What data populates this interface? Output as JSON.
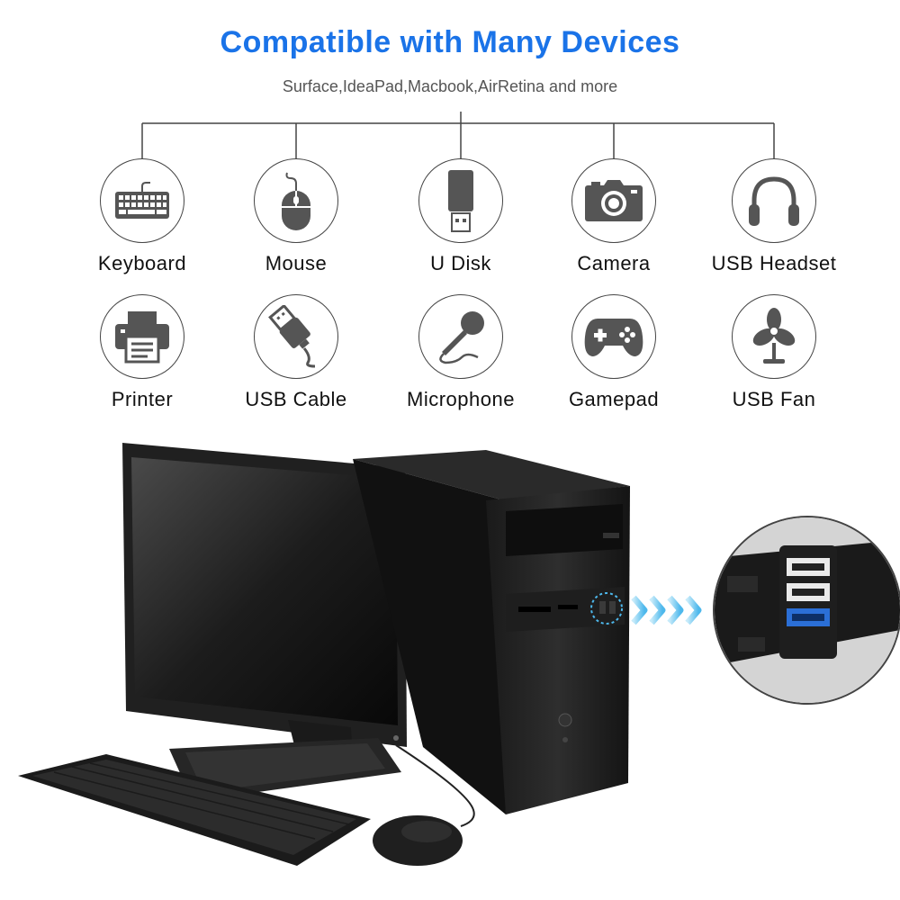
{
  "header": {
    "title": "Compatible with Many Devices",
    "subtitle": "Surface,IdeaPad,Macbook,AirRetina and more"
  },
  "colors": {
    "accent": "#1a73e8",
    "icon": "#555555",
    "arrows": "#5ec3ef"
  },
  "devices": [
    {
      "label": "Keyboard",
      "icon": "keyboard-icon"
    },
    {
      "label": "Mouse",
      "icon": "mouse-icon"
    },
    {
      "label": "U Disk",
      "icon": "usb-drive-icon"
    },
    {
      "label": "Camera",
      "icon": "camera-icon"
    },
    {
      "label": "USB Headset",
      "icon": "headset-icon"
    },
    {
      "label": "Printer",
      "icon": "printer-icon"
    },
    {
      "label": "USB Cable",
      "icon": "usb-cable-icon"
    },
    {
      "label": "Microphone",
      "icon": "microphone-icon"
    },
    {
      "label": "Gamepad",
      "icon": "gamepad-icon"
    },
    {
      "label": "USB Fan",
      "icon": "fan-icon"
    }
  ]
}
